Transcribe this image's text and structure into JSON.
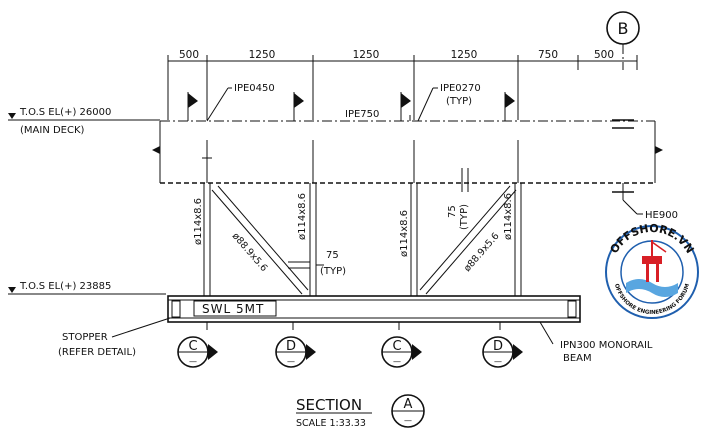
{
  "grid_bubble": "B",
  "dimensions": [
    "500",
    "1250",
    "1250",
    "1250",
    "750",
    "500"
  ],
  "levels": {
    "main_deck": {
      "label": "T.O.S EL(+) 26000",
      "note": "(MAIN DECK)"
    },
    "lower": {
      "label": "T.O.S EL(+) 23885"
    }
  },
  "members": {
    "ipe450": "IPE0450",
    "ipe270": "IPE0270",
    "ipe270_typ": "(TYP)",
    "ipe750": "IPE750",
    "he900": "HE900",
    "pipe_114_1": "ø114x8.6",
    "pipe_114_2": "ø114x8.6",
    "pipe_114_3": "ø114x8.6",
    "pipe_114_4": "ø114x8.6",
    "brace_88_1": "ø88.9x5.6",
    "brace_88_2": "ø88.9x5.6"
  },
  "dims_detail": {
    "d75_right": "75",
    "d75_right_typ": "(TYP)",
    "d75_left": "75",
    "d75_left_typ": "(TYP)"
  },
  "swl": "SWL 5MT",
  "notes": {
    "stopper_1": "STOPPER",
    "stopper_2": "(REFER DETAIL)",
    "monorail_1": "IPN300 MONORAIL",
    "monorail_2": "BEAM"
  },
  "section_markers": [
    {
      "letter": "C",
      "sub": "—"
    },
    {
      "letter": "D",
      "sub": "—"
    },
    {
      "letter": "C",
      "sub": "—"
    },
    {
      "letter": "D",
      "sub": "—"
    }
  ],
  "section_title": {
    "title": "SECTION",
    "scale": "SCALE 1:33.33",
    "letter": "A",
    "sub": "—"
  },
  "logo": {
    "top_text": "OFFSHORE.VN",
    "ring_text": "OFFSHORE ENGINEERING FORUM"
  },
  "colors": {
    "ink": "#111111",
    "logo_blue": "#1f5fae",
    "logo_red": "#d81f26",
    "logo_light_blue": "#59a6e0"
  }
}
